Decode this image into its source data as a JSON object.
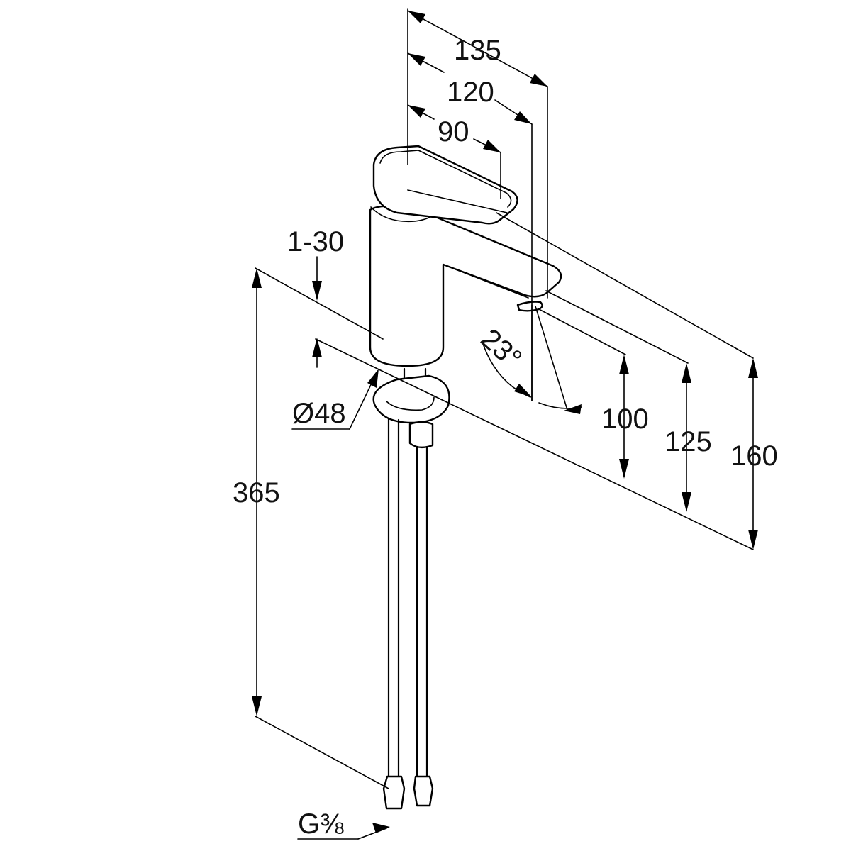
{
  "dimensions": {
    "d135": "135",
    "d120": "120",
    "d90": "90",
    "d1_30": "1-30",
    "d48": "Ø48",
    "d23": "23°",
    "d100": "100",
    "d125": "125",
    "d160": "160",
    "d365": "365",
    "g38": "G⅜"
  }
}
